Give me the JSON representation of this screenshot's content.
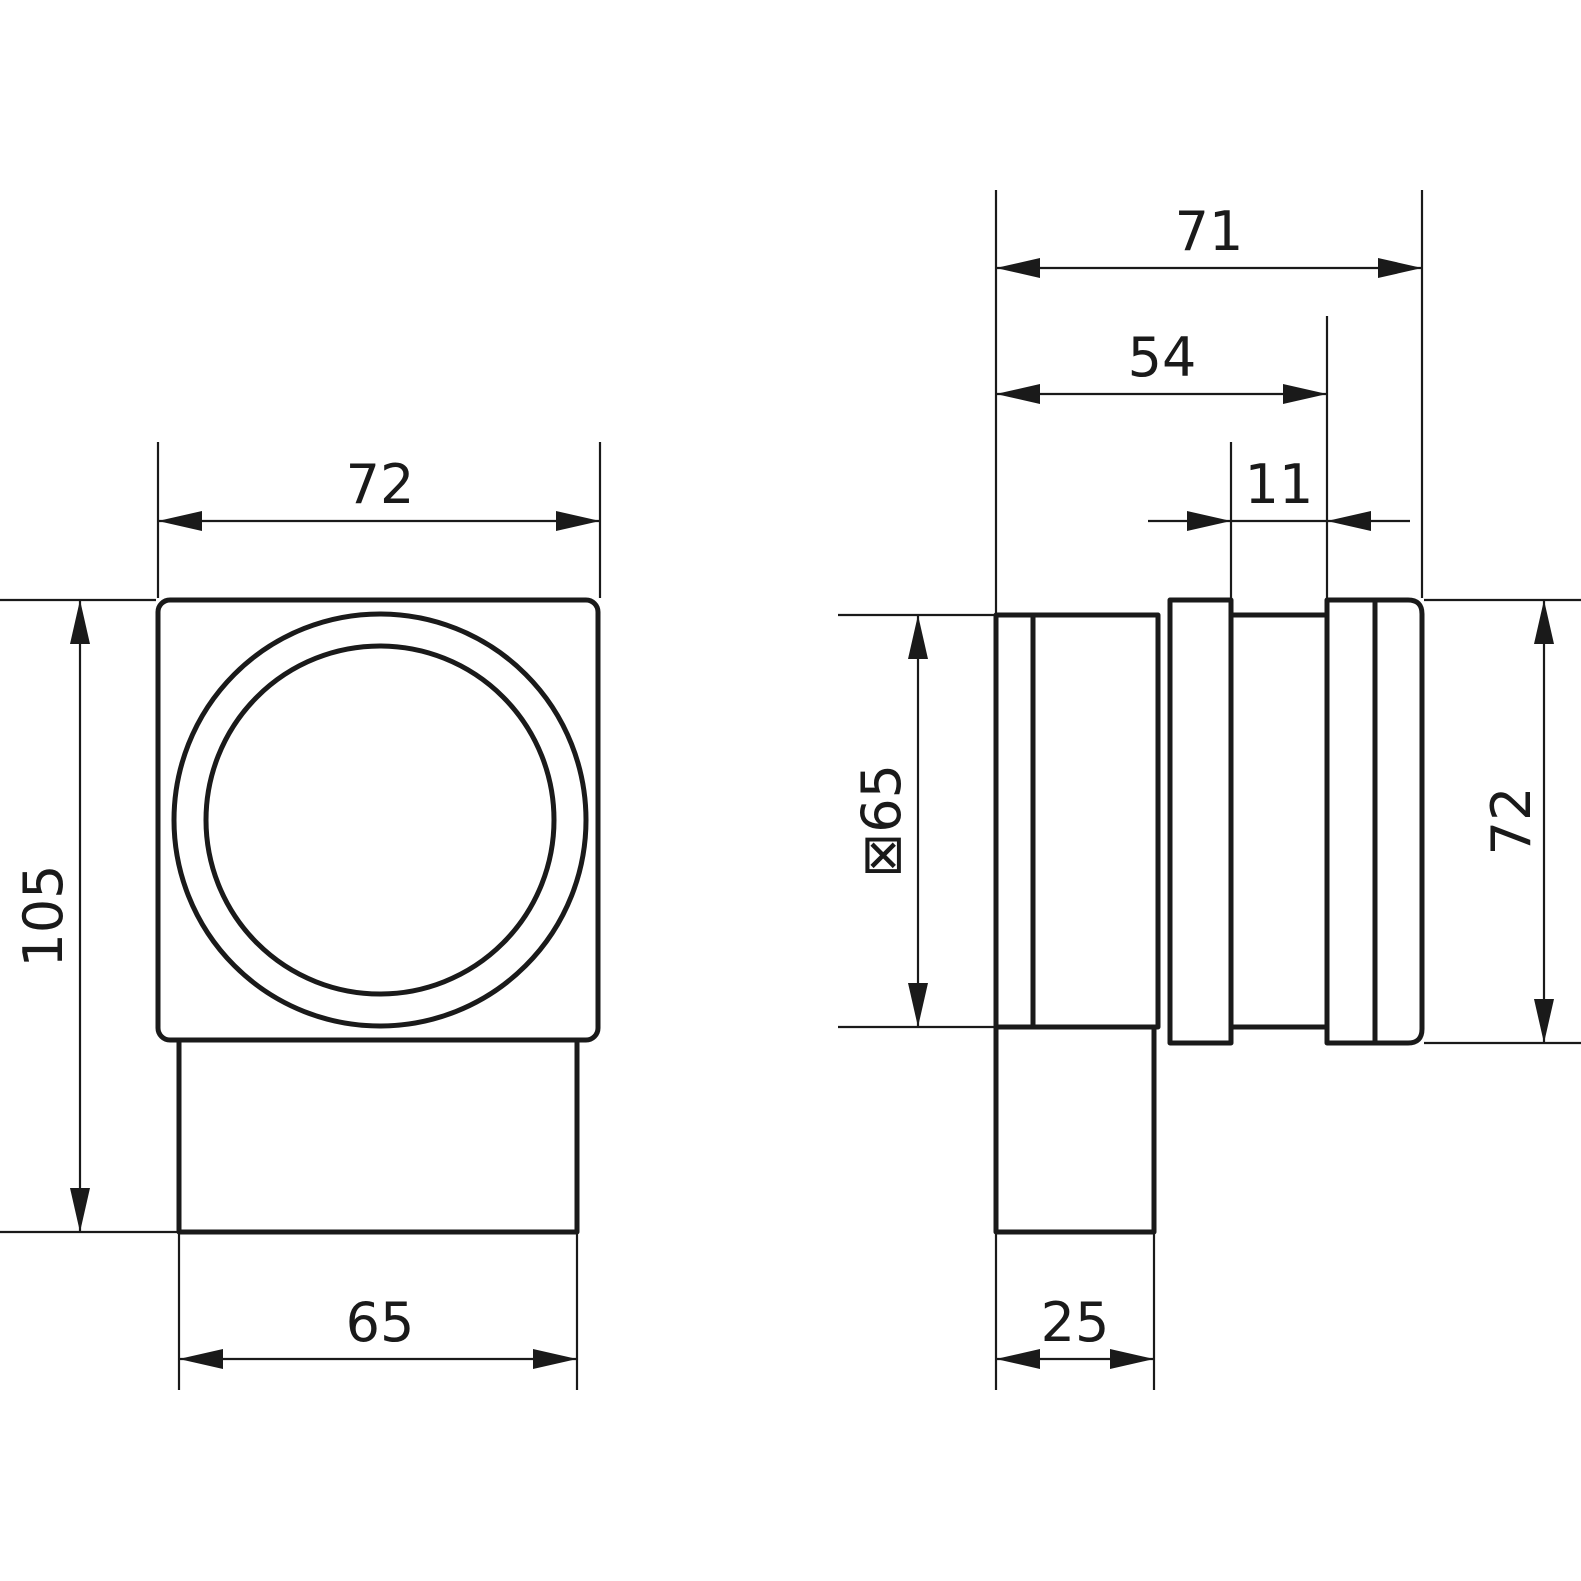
{
  "front_view": {
    "width_top": "72",
    "height_total": "105",
    "width_bottom": "65"
  },
  "side_view": {
    "overall_depth": "71",
    "depth_to_collar": "54",
    "collar_width": "11",
    "square_size_symbol": "⊠",
    "square_size": "65",
    "face_height": "72",
    "base_depth": "25"
  },
  "colors": {
    "line": "#1a1a1a",
    "background": "#ffffff"
  }
}
